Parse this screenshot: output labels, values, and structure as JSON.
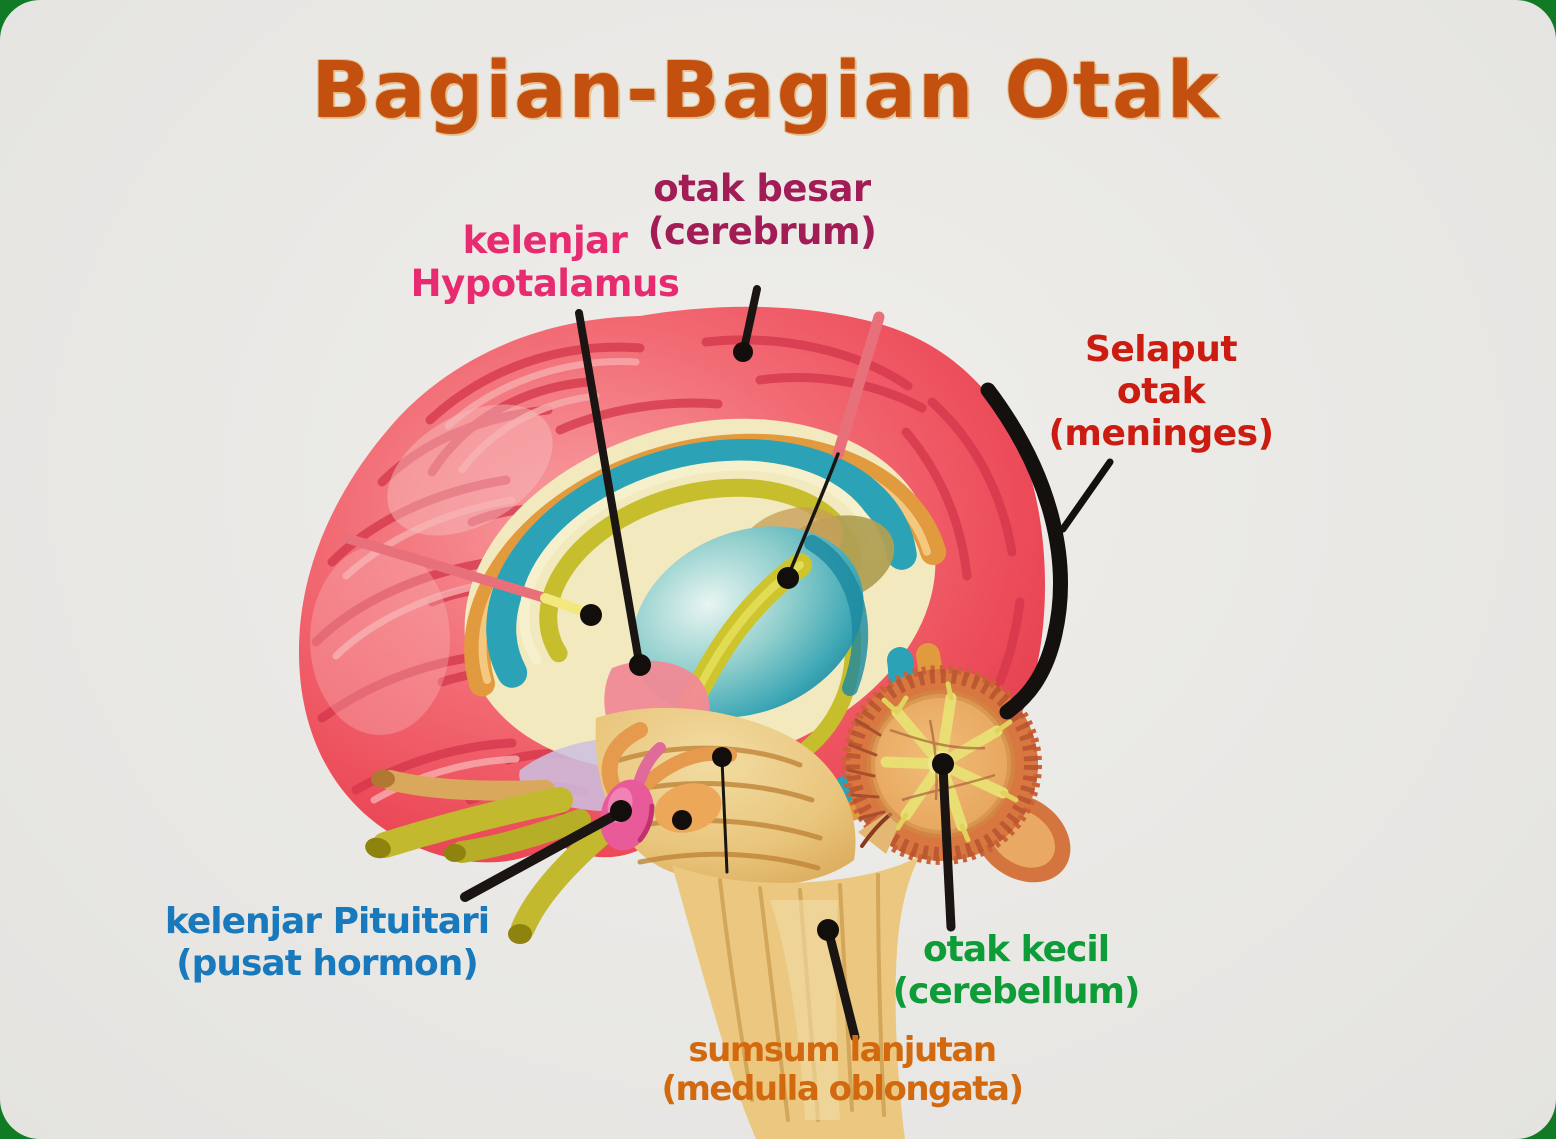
{
  "title": {
    "text": "Bagian-Bagian Otak",
    "color": "#C3500F"
  },
  "frame": {
    "border_color": "#148327",
    "card_background": "#E9E8E5"
  },
  "labels": {
    "cerebrum": {
      "text": "otak besar\n(cerebrum)",
      "color": "#A21C56"
    },
    "hypothalamus": {
      "text": "kelenjar\nHypotalamus",
      "color": "#E82A70"
    },
    "meninges": {
      "text": "Selaput\notak\n(meninges)",
      "color": "#CC1B10"
    },
    "pituitary": {
      "text": "kelenjar Pituitari\n(pusat hormon)",
      "color": "#1879BD"
    },
    "cerebellum": {
      "text": "otak kecil\n(cerebellum)",
      "color": "#0E9C39"
    },
    "medulla": {
      "text": "sumsum lanjutan\n(medulla oblongata)",
      "color": "#D2690E"
    }
  }
}
